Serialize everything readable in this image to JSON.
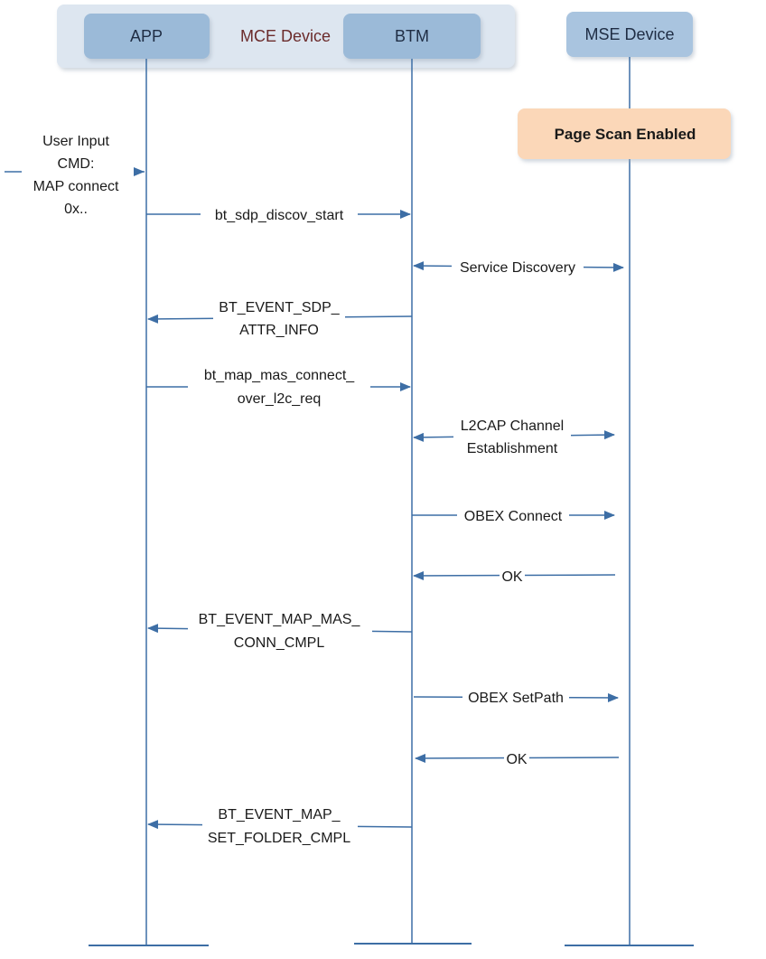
{
  "participants": {
    "app": "APP",
    "group_label": "MCE Device",
    "btm": "BTM",
    "mse": "MSE Device"
  },
  "note": "Page Scan Enabled",
  "user_input": [
    "User Input",
    "CMD:",
    "MAP connect",
    "0x.."
  ],
  "messages": [
    {
      "id": "m1",
      "lines": [
        "bt_sdp_discov_start"
      ]
    },
    {
      "id": "m2",
      "lines": [
        "Service Discovery"
      ]
    },
    {
      "id": "m3",
      "lines": [
        "BT_EVENT_SDP_",
        "ATTR_INFO"
      ]
    },
    {
      "id": "m4",
      "lines": [
        "bt_map_mas_connect_",
        "over_l2c_req"
      ]
    },
    {
      "id": "m5",
      "lines": [
        "L2CAP Channel",
        "Establishment"
      ]
    },
    {
      "id": "m6",
      "lines": [
        "OBEX Connect"
      ]
    },
    {
      "id": "m7",
      "lines": [
        "OK"
      ]
    },
    {
      "id": "m8",
      "lines": [
        "BT_EVENT_MAP_MAS_",
        "CONN_CMPL"
      ]
    },
    {
      "id": "m9",
      "lines": [
        "OBEX SetPath"
      ]
    },
    {
      "id": "m10",
      "lines": [
        "OK"
      ]
    },
    {
      "id": "m11",
      "lines": [
        "BT_EVENT_MAP_",
        "SET_FOLDER_CMPL"
      ]
    }
  ],
  "colors": {
    "group_bg": "#dde6f0",
    "participant_box": "#9bbad8",
    "mse_box": "#a9c4df",
    "note_bg": "#fbd7b8",
    "line": "#3d6ea5"
  }
}
